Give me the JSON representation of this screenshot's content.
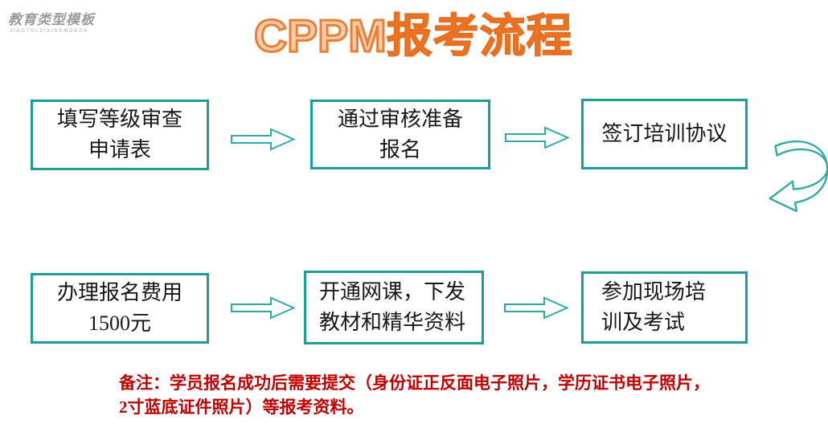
{
  "logo": {
    "name": "教育类型模板",
    "subtitle": "JIAOYULEIXINGMOBAN"
  },
  "title": {
    "latin": "CPPM",
    "cn": "报考流程"
  },
  "flow": {
    "steps": [
      {
        "id": 1,
        "text": "填写等级审查\n申请表"
      },
      {
        "id": 2,
        "text": "通过审核准备\n报名"
      },
      {
        "id": 3,
        "text": "签订培训协议"
      },
      {
        "id": 4,
        "text": "办理报名费用\n1500元"
      },
      {
        "id": 5,
        "text": "开通网课，下发\n教材和精华资料"
      },
      {
        "id": 6,
        "text": "参加现场培\n训及考试"
      }
    ],
    "connectors": [
      {
        "from": 1,
        "to": 2,
        "type": "arrow-right"
      },
      {
        "from": 2,
        "to": 3,
        "type": "arrow-right"
      },
      {
        "from": 3,
        "to": 4,
        "type": "curved-down-arrow"
      },
      {
        "from": 4,
        "to": 5,
        "type": "arrow-right"
      },
      {
        "from": 5,
        "to": 6,
        "type": "arrow-right"
      }
    ]
  },
  "note": {
    "text": "备注：学员报名成功后需要提交（身份证正反面电子照片，学历证书电子照片，\n2寸蓝底证件照片）等报考资料。"
  },
  "colors": {
    "box_border": "#1b9e98",
    "arrow_stroke": "#2caaa4",
    "title_orange": "#ed7d31",
    "title_pale_fill": "#f9cdab",
    "note_red": "#c00000",
    "logo_gray": "#9b9b9b"
  }
}
